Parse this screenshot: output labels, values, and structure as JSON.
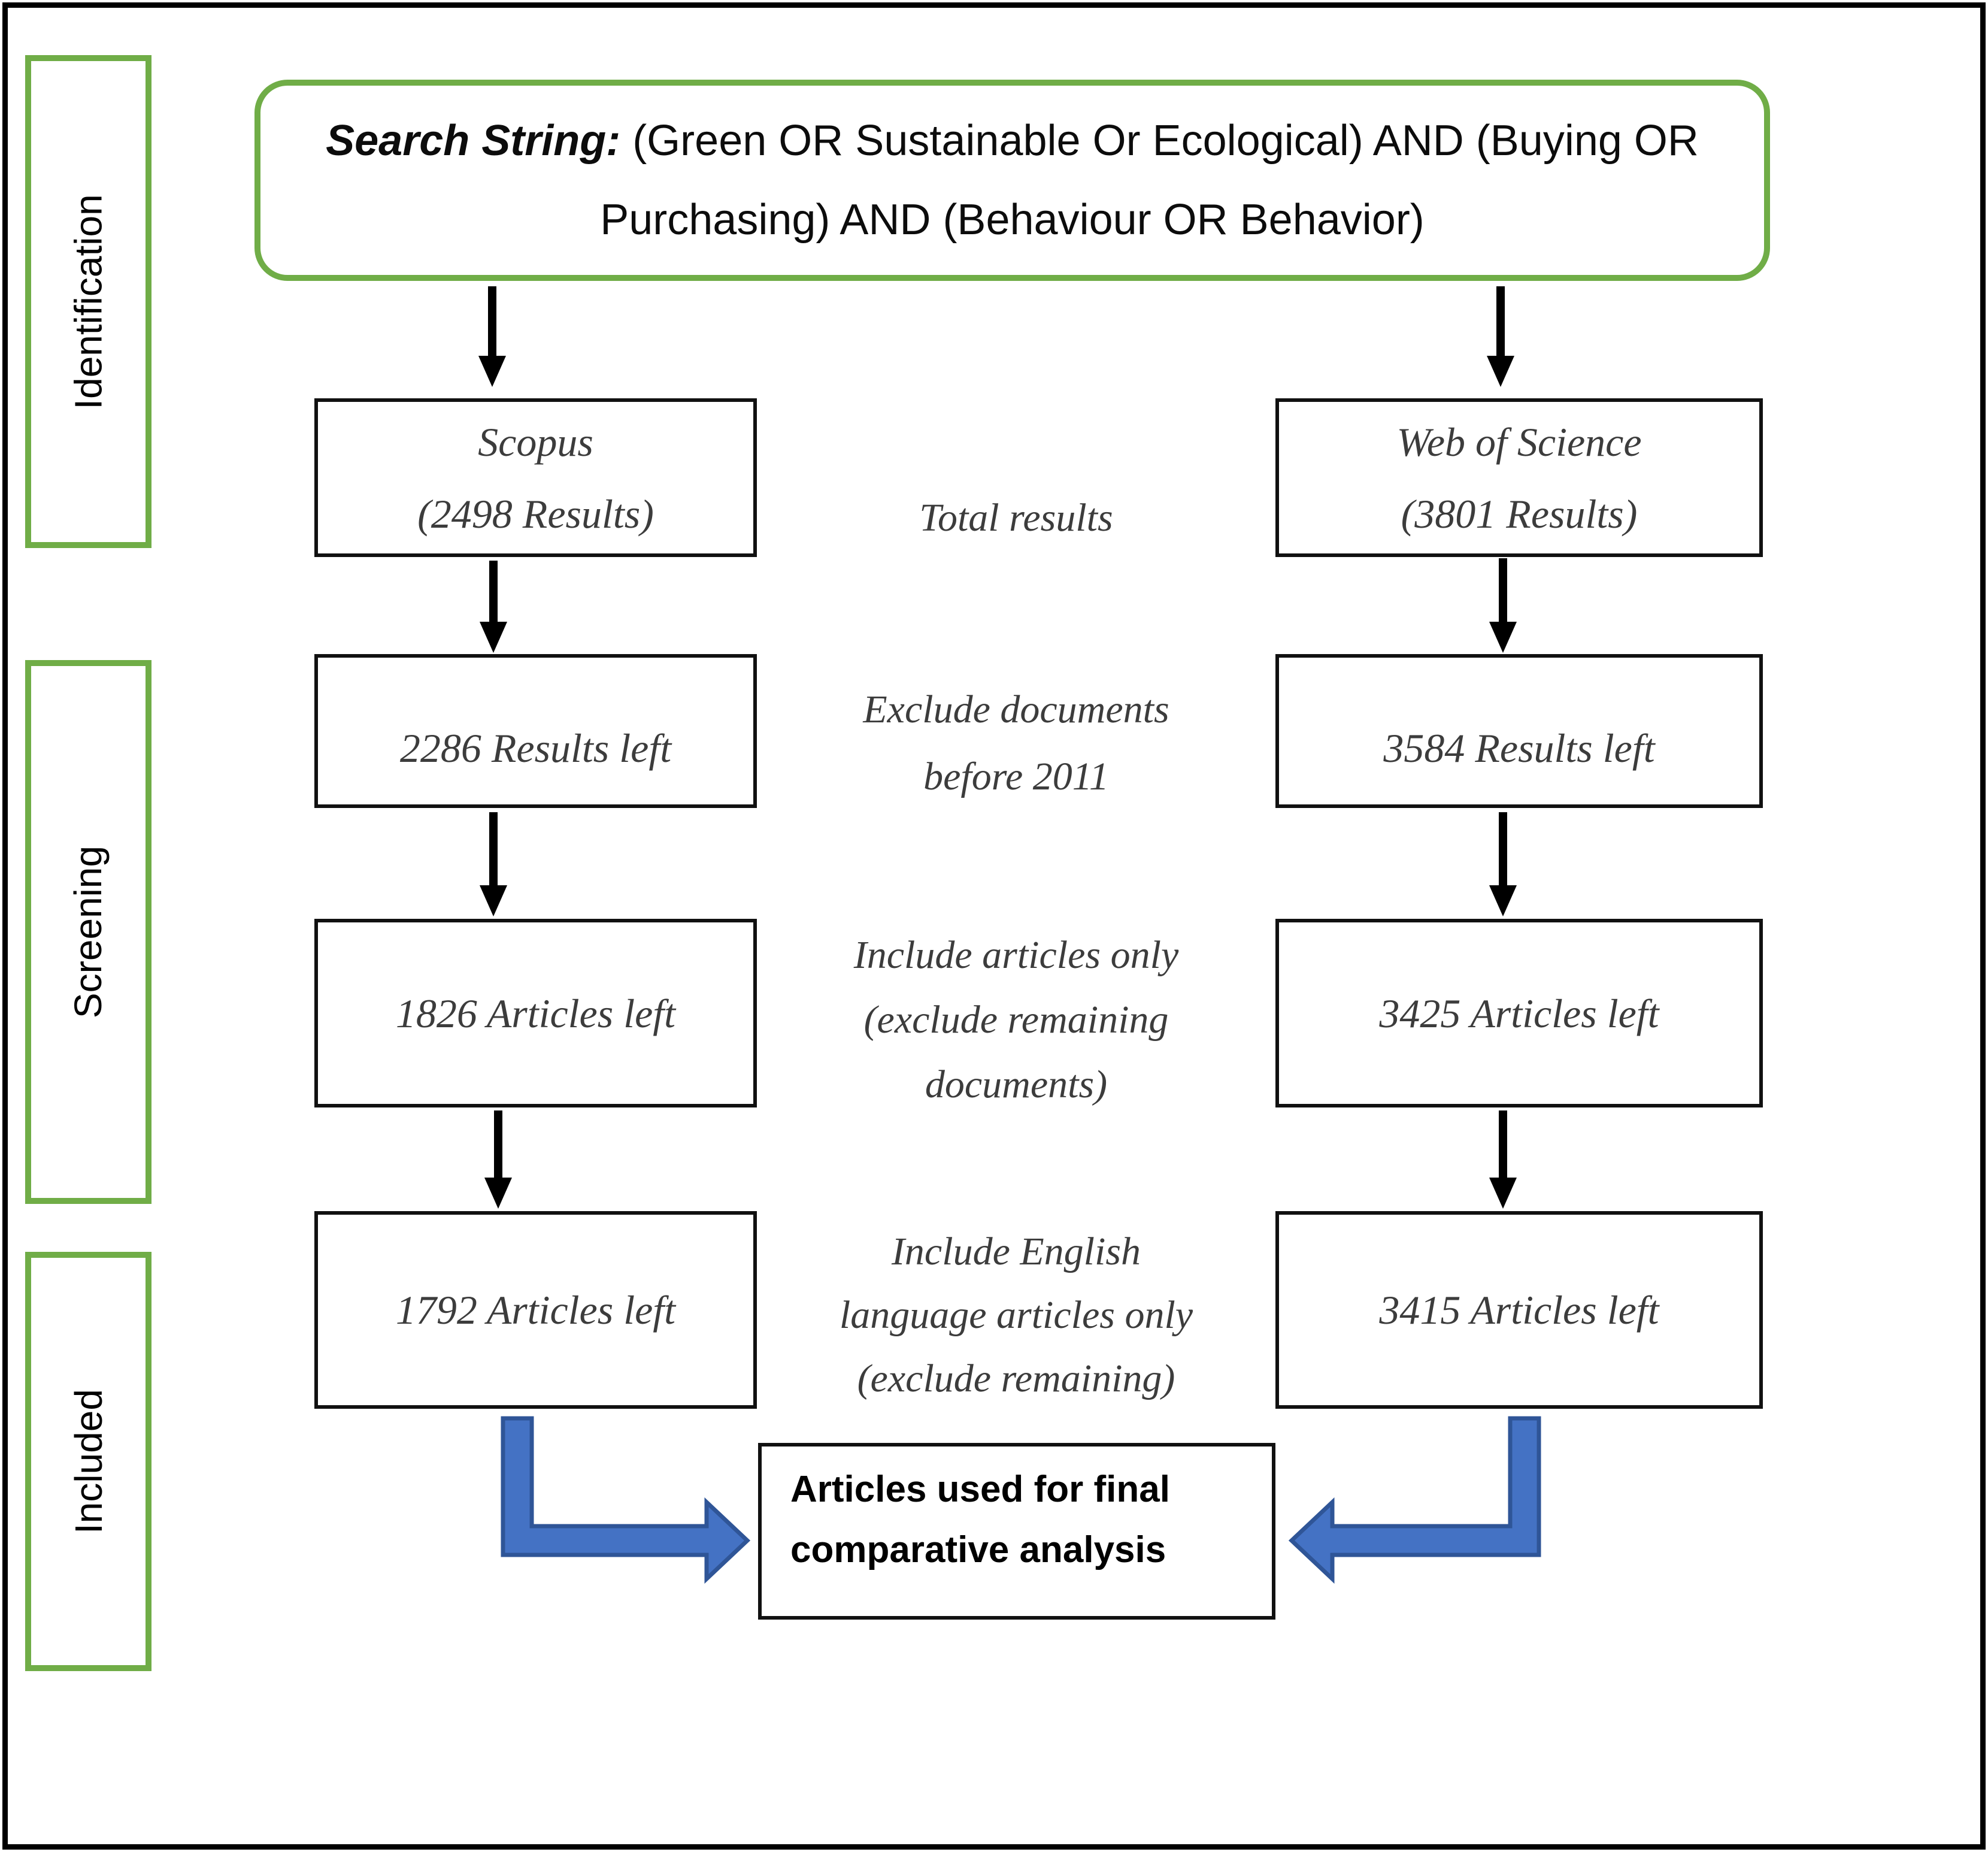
{
  "stage_labels": [
    "Identification",
    "Screening",
    "Included"
  ],
  "search_box": {
    "bold_prefix": "Search String:",
    "line1": "(Green OR Sustainable Or Ecological) AND (Buying OR",
    "line2": "Purchasing) AND (Behaviour OR Behavior)"
  },
  "scopus": {
    "name": "Scopus",
    "total": "(2498 Results)",
    "after_year": "2286 Results left",
    "articles_only": "1826 Articles left",
    "english_only": "1792 Articles left"
  },
  "wos": {
    "name": "Web of Science",
    "total": "(3801 Results)",
    "after_year": "3584 Results left",
    "articles_only": "3425 Articles left",
    "english_only": "3415 Articles left"
  },
  "steps": {
    "step1": "Total results",
    "step2_line1": "Exclude documents",
    "step2_line2": "before 2011",
    "step3_line1": "Include articles only",
    "step3_line2": "(exclude remaining",
    "step3_line3": "documents)",
    "step4_line1": "Include English",
    "step4_line2": "language articles only",
    "step4_line3": "(exclude remaining)"
  },
  "final_box": {
    "line1": "Articles used for final",
    "line2": "comparative analysis"
  },
  "colors": {
    "stage_border_green": "#70AD47",
    "blue_arrow_fill": "#4472C4",
    "blue_arrow_edge": "#2F5597",
    "serif_text_gray": "#3C3C3C",
    "box_border_black": "#111111"
  }
}
